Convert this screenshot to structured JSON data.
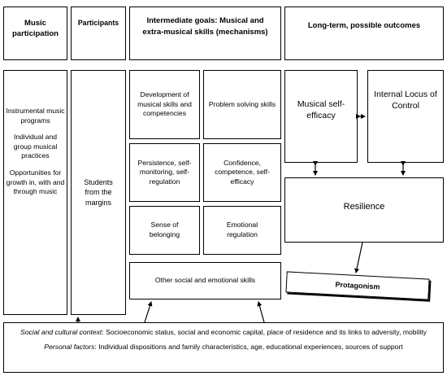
{
  "headers": {
    "music_participation": "Music participation",
    "participants": "Participants",
    "intermediate_goals": "Intermediate goals: Musical and extra-musical skills (mechanisms)",
    "long_term": "Long-term, possible outcomes"
  },
  "music_participation_items": [
    "Instrumental music programs",
    "Individual and group musical practices",
    "Opportunities for growth in, with and through music"
  ],
  "participants_text": "Students from the margins",
  "intermediate_cells": {
    "development": "Development of musical skills and competencies",
    "problem_solving": "Problem solving skills",
    "persistence": "Persistence, self-monitoring, self-regulation",
    "confidence": "Confidence, competence, self-efficacy",
    "belonging": "Sense of belonging",
    "emotional": "Emotional regulation",
    "other": "Other social and emotional skills"
  },
  "outcomes": {
    "self_efficacy": "Musical self-efficacy",
    "locus": "Internal Locus of Control",
    "resilience": "Resilience",
    "protagonism": "Protagonism"
  },
  "context": {
    "social_label": "Social and cultural context",
    "social_text": ": Socioeconomic status, social and economic capital, place of residence and its links to adversity, mobility",
    "personal_label": "Personal factors",
    "personal_text": ": Individual dispositions and family characteristics, age, educational experiences, sources of support"
  }
}
